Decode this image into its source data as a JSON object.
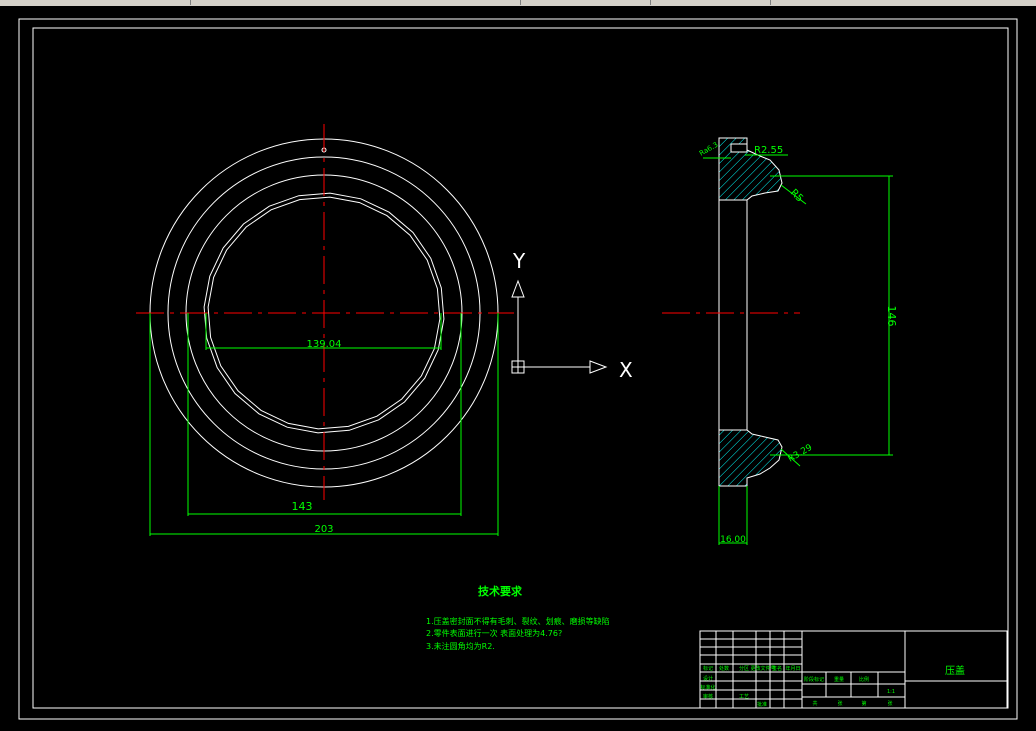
{
  "colors": {
    "background": "#000000",
    "outline": "#ffffff",
    "centerline": "#ff0000",
    "dimension": "#00ff00",
    "hatch": "#00ffff",
    "ucs": "#ffffff"
  },
  "drawing": {
    "front_view": {
      "dim_inner": "139.04",
      "dim_mid": "143",
      "dim_outer": "203"
    },
    "section_view": {
      "dim_height": "146",
      "dim_thickness": "16.00",
      "label_r255": "R2.55",
      "label_r5": "R5",
      "label_r329": "R3.29",
      "label_surface": "Ra6.3"
    },
    "ucs": {
      "x_label": "X",
      "y_label": "Y"
    },
    "tech_requirements": {
      "title": "技术要求",
      "items": [
        "1.压盖密封面不得有毛刺、裂纹、划痕、磨损等缺陷",
        "2.零件表面进行一次 表面处理为4.76?",
        "3.未注圆角均为R2."
      ]
    },
    "title_block": {
      "part_name": "压盖",
      "cells": [
        "标记",
        "处数",
        "分区",
        "更改文件号",
        "签名",
        "年月日",
        "设计",
        "标准化",
        "审核",
        "工艺",
        "批准",
        "阶段标记",
        "重量",
        "比例",
        "共",
        "张",
        "第",
        "张",
        "1:1"
      ]
    }
  }
}
